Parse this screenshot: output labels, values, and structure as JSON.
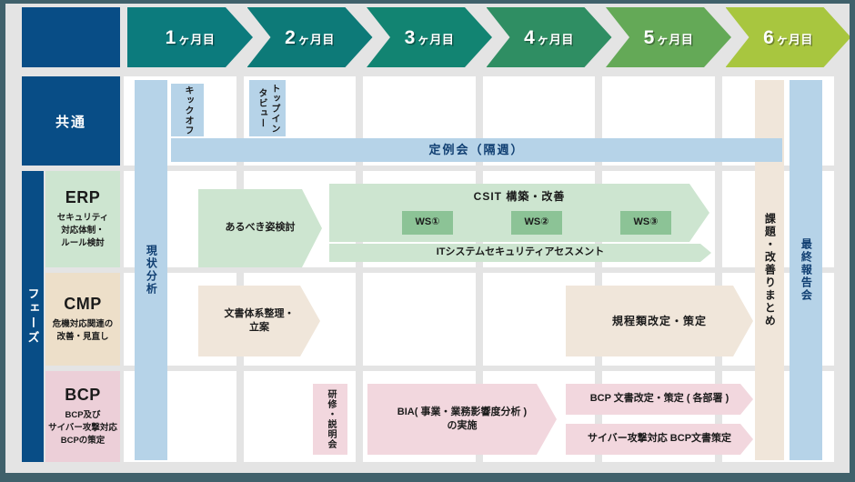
{
  "header": {
    "months": [
      {
        "num": "1",
        "unit": "ヶ月目",
        "color": "#0c7b7d"
      },
      {
        "num": "2",
        "unit": "ヶ月目",
        "color": "#0d7a78"
      },
      {
        "num": "3",
        "unit": "ヶ月目",
        "color": "#128472"
      },
      {
        "num": "4",
        "unit": "ヶ月目",
        "color": "#2f8e63"
      },
      {
        "num": "5",
        "unit": "ヶ月目",
        "color": "#64a957"
      },
      {
        "num": "6",
        "unit": "ヶ月目",
        "color": "#a8c63f"
      }
    ]
  },
  "sidebar": {
    "common_label": "共通",
    "phase_spine_label": "フェーズ",
    "phases": [
      {
        "title": "ERP",
        "sub": "セキュリティ\n対応体制・\nルール検討",
        "color": "#cde5d0"
      },
      {
        "title": "CMP",
        "sub": "危機対応関連の\n改善・見直し",
        "color": "#eddfc9"
      },
      {
        "title": "BCP",
        "sub": "BCP及び\nサイバー攻撃対応\nBCPの策定",
        "color": "#eccfd8"
      }
    ]
  },
  "spanning_columns": [
    {
      "label": "現状分析",
      "color": "#b6d3e8",
      "text_color": "#103f72"
    },
    {
      "label": "課題・改善りまとめ",
      "color": "#f0e6da",
      "text_color": "#1b1b1b"
    },
    {
      "label": "最終報告会",
      "color": "#b6d3e8",
      "text_color": "#103f72"
    }
  ],
  "lanes": {
    "common": {
      "name": "共通",
      "items": [
        {
          "label": "キックオフ",
          "orientation": "vertical",
          "style": "blue-soft2"
        },
        {
          "label": "トップインタビュー",
          "orientation": "vertical",
          "style": "blue-soft2"
        },
        {
          "label": "定例会（隔週）",
          "orientation": "horizontal",
          "style": "blue-soft"
        }
      ]
    },
    "erp": {
      "name": "ERP",
      "items": [
        {
          "label": "あるべき姿検討",
          "shape": "chevron",
          "style": "green-soft"
        },
        {
          "label": "CSIT 構築・改善",
          "shape": "chevron",
          "style": "green-soft"
        },
        {
          "label": "WS①",
          "shape": "box",
          "style": "green-deep"
        },
        {
          "label": "WS②",
          "shape": "box",
          "style": "green-deep"
        },
        {
          "label": "WS③",
          "shape": "box",
          "style": "green-deep"
        },
        {
          "label": "ITシステムセキュリティアセスメント",
          "shape": "chevron",
          "style": "green-soft"
        }
      ]
    },
    "cmp": {
      "name": "CMP",
      "items": [
        {
          "label": "文書体系整理・\n立案",
          "shape": "chevron",
          "style": "beige-soft"
        },
        {
          "label": "規程類改定・策定",
          "shape": "chevron",
          "style": "beige-soft"
        }
      ]
    },
    "bcp": {
      "name": "BCP",
      "items": [
        {
          "label": "研修・説明会",
          "orientation": "vertical",
          "style": "pink-soft"
        },
        {
          "label": "BIA( 事業・業務影響度分析 )\nの実施",
          "shape": "chevron",
          "style": "pink-soft"
        },
        {
          "label": "BCP 文書改定・策定 ( 各部署 )",
          "shape": "chevron",
          "style": "pink-soft"
        },
        {
          "label": "サイバー攻撃対応 BCP文書策定",
          "shape": "chevron",
          "style": "pink-soft"
        }
      ]
    }
  },
  "colors": {
    "frame": "#40616b",
    "grid_bg": "#e4e4e4",
    "navy": "#084d86",
    "cell": "#ffffff"
  }
}
